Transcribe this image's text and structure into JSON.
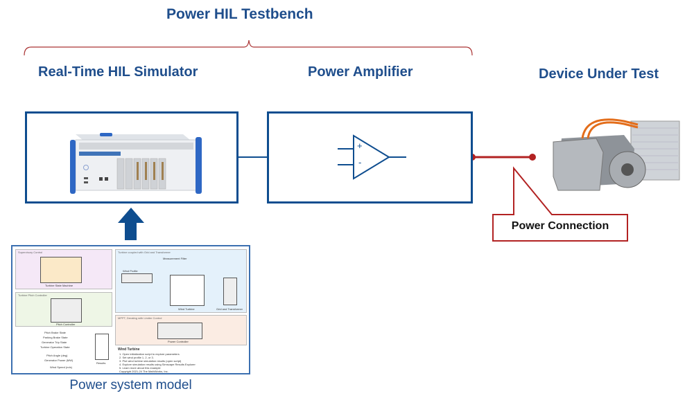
{
  "title": "Power HIL Testbench",
  "sections": {
    "simulator": "Real-Time HIL Simulator",
    "amplifier": "Power Amplifier",
    "dut": "Device Under Test"
  },
  "amplifier_symbol": {
    "plus": "+",
    "minus": "-"
  },
  "callout": "Power Connection",
  "model_caption": "Power system model",
  "model_thumbnail": {
    "panels": [
      "Supervisory Control",
      "Turbine Pitch Controller",
      "Turbine coupled with Grid and Transformer",
      "MPPT, Derating with Limiter Control"
    ],
    "blocks": [
      "Turbine State Machine",
      "Pitch Controller",
      "Wind Turbine",
      "Grid and Transformer",
      "Power Controller",
      "Results",
      "Wind Profile",
      "Measurement Filter"
    ],
    "notes_title": "Wind Turbine",
    "notes": [
      "1. Open initialization script to explore parameters",
      "2. Set wind profile 1, 2, or 3.",
      "3. Plot wind turbine simulation results (open script)",
      "4. Explore simulation results using Simscape Results Explorer",
      "5. Learn more about this example",
      "Copyright 2021-24 The MathWorks, Inc."
    ],
    "signals": [
      "Pitch Brake State",
      "Parking Brake State",
      "Generator Trip State",
      "Turbine Operation State",
      "Pitch Angle (deg)",
      "Generator Power (MW)",
      "Wind Speed (m/s)"
    ]
  },
  "colors": {
    "primary": "#0e4d8f",
    "accent": "#b22222",
    "heading": "#1f4e8c"
  }
}
